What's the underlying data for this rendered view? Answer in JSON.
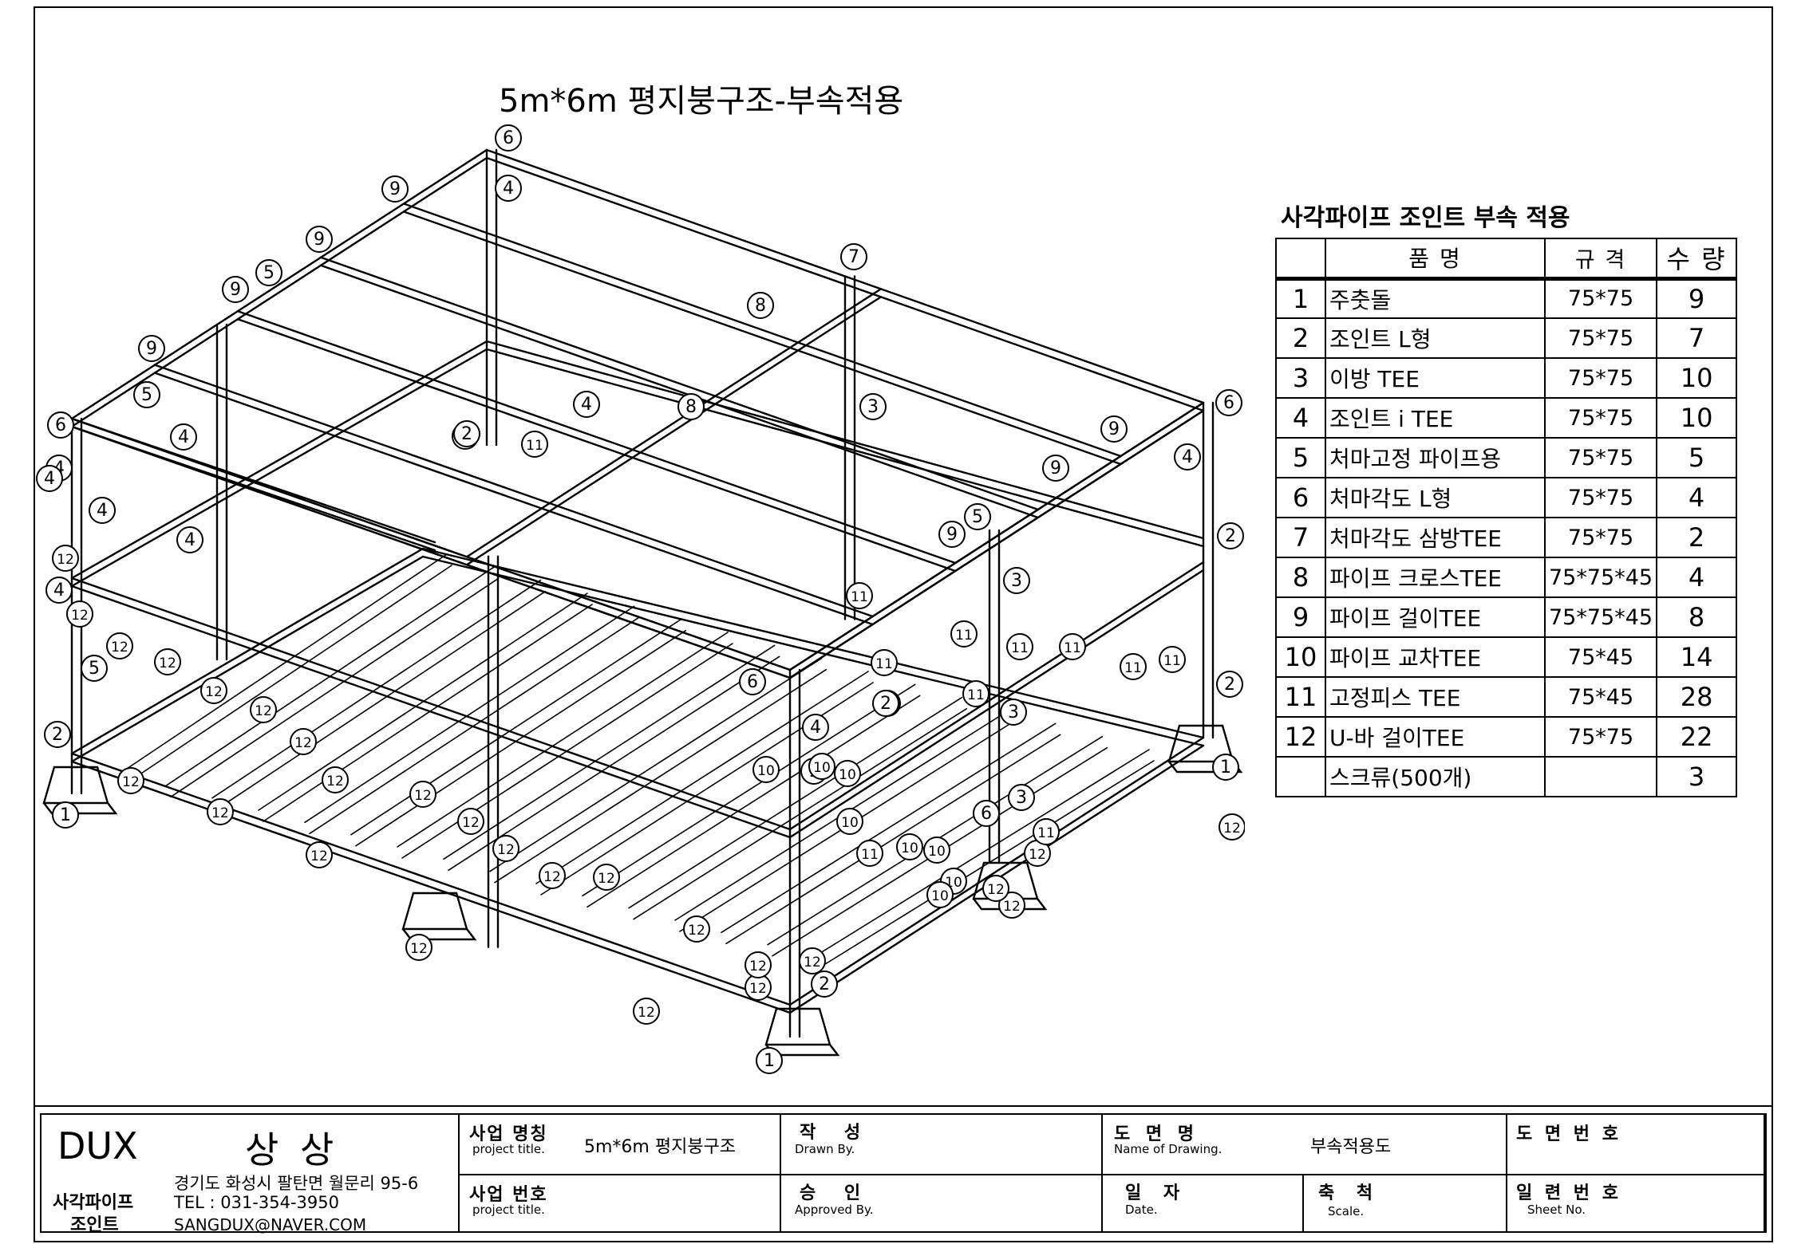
{
  "title": "5m*6m 평지붕구조-부속적용",
  "parts_table": {
    "title": "사각파이프 조인트 부속 적용",
    "headers": {
      "name": "품 명",
      "spec": "규 격",
      "qty": "수 량"
    },
    "rows": [
      {
        "no": "1",
        "name": "주춧돌",
        "spec": "75*75",
        "qty": "9"
      },
      {
        "no": "2",
        "name": "조인트 L형",
        "spec": "75*75",
        "qty": "7"
      },
      {
        "no": "3",
        "name": "이방 TEE",
        "spec": "75*75",
        "qty": "10"
      },
      {
        "no": "4",
        "name": "조인트 i TEE",
        "spec": "75*75",
        "qty": "10"
      },
      {
        "no": "5",
        "name": "처마고정 파이프용",
        "spec": "75*75",
        "qty": "5"
      },
      {
        "no": "6",
        "name": "처마각도 L형",
        "spec": "75*75",
        "qty": "4"
      },
      {
        "no": "7",
        "name": "처마각도 삼방TEE",
        "spec": "75*75",
        "qty": "2"
      },
      {
        "no": "8",
        "name": "파이프 크로스TEE",
        "spec": "75*75*45",
        "qty": "4"
      },
      {
        "no": "9",
        "name": "파이프 걸이TEE",
        "spec": "75*75*45",
        "qty": "8"
      },
      {
        "no": "10",
        "name": "파이프 교차TEE",
        "spec": "75*45",
        "qty": "14"
      },
      {
        "no": "11",
        "name": "고정피스 TEE",
        "spec": "75*45",
        "qty": "28"
      },
      {
        "no": "12",
        "name": "U-바 걸이TEE",
        "spec": "75*75",
        "qty": "22"
      },
      {
        "no": "",
        "name": "스크류(500개)",
        "spec": "",
        "qty": "3"
      }
    ]
  },
  "callouts": [
    "1",
    "2",
    "3",
    "4",
    "5",
    "6",
    "7",
    "8",
    "9",
    "10",
    "11",
    "12"
  ],
  "title_block": {
    "company_brand": "DUX",
    "company_name": "상 상",
    "company_sub_1": "사각파이프",
    "company_sub_2": "조인트",
    "address": "경기도 화성시 팔탄면 월문리 95-6",
    "tel": "TEL : 031-354-3950",
    "email": "SANGDUX@NAVER.COM",
    "project_name_ko": "사업 명칭",
    "project_name_en": "project title.",
    "project_name_value": "5m*6m 평지붕구조",
    "project_no_ko": "사업 번호",
    "project_no_en": "project title.",
    "drawn_ko": "작 성",
    "drawn_en": "Drawn By.",
    "approved_ko": "승 인",
    "approved_en": "Approved By.",
    "drawing_name_ko": "도 면 명",
    "drawing_name_en": "Name of Drawing.",
    "drawing_name_value": "부속적용도",
    "date_ko": "일 자",
    "date_en": "Date.",
    "scale_ko": "축 척",
    "scale_en": "Scale.",
    "drawing_no_ko": "도 면 번 호",
    "sheet_no_ko": "일 련 번 호",
    "sheet_no_en": "Sheet No."
  }
}
